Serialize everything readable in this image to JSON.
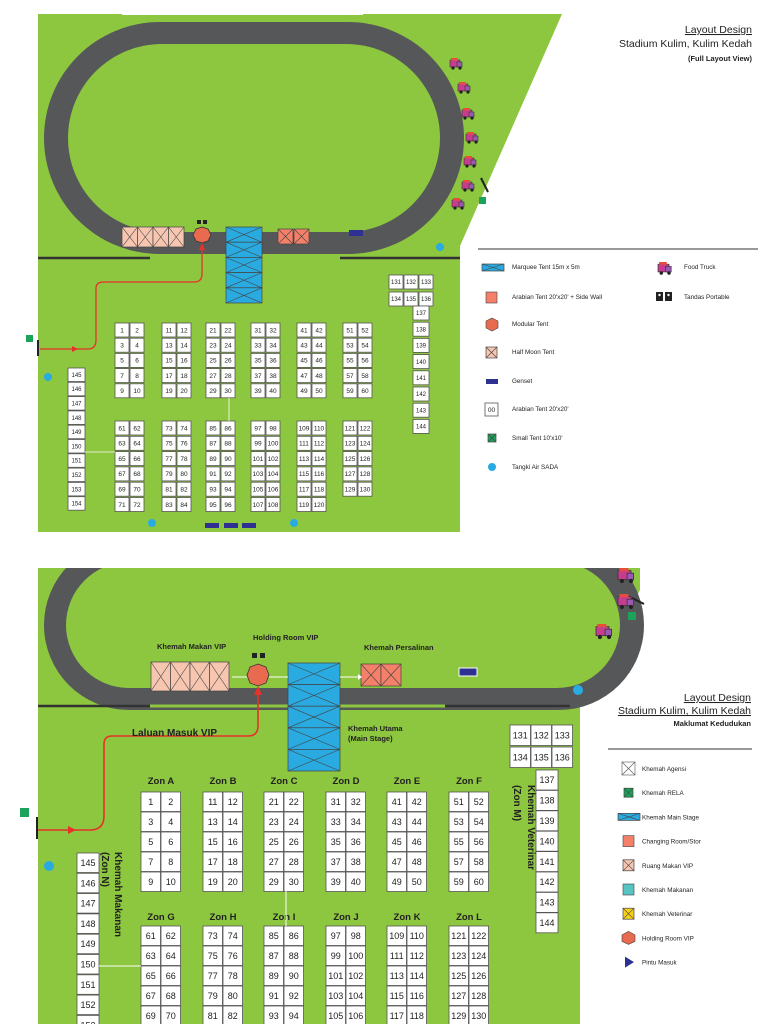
{
  "top": {
    "title1": "Layout Design",
    "title2": "Stadium Kulim, Kulim Kedah",
    "title3": "(Full Layout View)",
    "legend": [
      {
        "label": "Marquee Tent 15m x 5m",
        "icon": "marquee-icon"
      },
      {
        "label": "Food Truck",
        "icon": "food-truck-icon"
      },
      {
        "label": "Arabian Tent 20'x20' + Side Wall",
        "icon": "arabian-sidewall-icon"
      },
      {
        "label": "Tandas Portable",
        "icon": "toilet-icon"
      },
      {
        "label": "Modular Tent",
        "icon": "modular-tent-icon"
      },
      {
        "label": "Half Moon Tent",
        "icon": "half-moon-icon"
      },
      {
        "label": "Genset",
        "icon": "genset-icon"
      },
      {
        "label": "Arabian Tent 20'x20'",
        "icon": "arabian-tent-icon",
        "sample": "00"
      },
      {
        "label": "Small Tent 10'x10'",
        "icon": "small-tent-icon"
      },
      {
        "label": "Tangki Air SADA",
        "icon": "water-tank-icon"
      }
    ]
  },
  "bottom": {
    "title1": "Layout Design",
    "title2": "Stadium Kulim, Kulim Kedah",
    "title3": "Maklumat Kedudukan",
    "labels": {
      "vip_food": "Khemah Makan VIP",
      "holding": "Holding Room VIP",
      "changing": "Khemah Persalinan",
      "main_stage1": "Khemah Utama",
      "main_stage2": "(Main Stage)",
      "vip_route": "Laluan Masuk VIP",
      "food_tent": "Khemah Makanan",
      "food_zone": "(Zon N)",
      "vet_tent": "Khemah Veterinar",
      "vet_zone": "(Zon M)"
    },
    "zones_top": [
      "Zon A",
      "Zon B",
      "Zon C",
      "Zon D",
      "Zon E",
      "Zon F"
    ],
    "zones_bottom": [
      "Zon G",
      "Zon H",
      "Zon I",
      "Zon J",
      "Zon K",
      "Zon L"
    ],
    "legend": [
      {
        "label": "Khemah Agensi",
        "icon": "agency-tent-icon"
      },
      {
        "label": "Khemah RELA",
        "icon": "rela-tent-icon"
      },
      {
        "label": "Khemah Main Stage",
        "icon": "main-stage-icon"
      },
      {
        "label": "Changing Room/Stor",
        "icon": "changing-room-icon"
      },
      {
        "label": "Ruang Makan VIP",
        "icon": "vip-dining-icon"
      },
      {
        "label": "Khemah Makanan",
        "icon": "food-tent-icon"
      },
      {
        "label": "Khemah Veterinar",
        "icon": "vet-tent-icon"
      },
      {
        "label": "Holding Room VIP",
        "icon": "holding-room-icon"
      },
      {
        "label": "Pintu Masuk",
        "icon": "entrance-icon"
      }
    ]
  },
  "blocks_top": [
    [
      "1",
      "2",
      "3",
      "4",
      "5",
      "6",
      "7",
      "8",
      "9",
      "10"
    ],
    [
      "11",
      "12",
      "13",
      "14",
      "15",
      "16",
      "17",
      "18",
      "19",
      "20"
    ],
    [
      "21",
      "22",
      "23",
      "24",
      "25",
      "26",
      "27",
      "28",
      "29",
      "30"
    ],
    [
      "31",
      "32",
      "33",
      "34",
      "35",
      "36",
      "37",
      "38",
      "39",
      "40"
    ],
    [
      "41",
      "42",
      "43",
      "44",
      "45",
      "46",
      "47",
      "48",
      "49",
      "50"
    ],
    [
      "51",
      "52",
      "53",
      "54",
      "55",
      "56",
      "57",
      "58",
      "59",
      "60"
    ]
  ],
  "blocks_bottom": [
    [
      "61",
      "62",
      "63",
      "64",
      "65",
      "66",
      "67",
      "68",
      "69",
      "70",
      "71",
      "72"
    ],
    [
      "73",
      "74",
      "75",
      "76",
      "77",
      "78",
      "79",
      "80",
      "81",
      "82",
      "83",
      "84"
    ],
    [
      "85",
      "86",
      "87",
      "88",
      "89",
      "90",
      "91",
      "92",
      "93",
      "94",
      "95",
      "96"
    ],
    [
      "97",
      "98",
      "99",
      "100",
      "101",
      "102",
      "103",
      "104",
      "105",
      "106",
      "107",
      "108"
    ],
    [
      "109",
      "110",
      "111",
      "112",
      "113",
      "114",
      "115",
      "116",
      "117",
      "118",
      "119",
      "120"
    ],
    [
      "121",
      "122",
      "123",
      "124",
      "125",
      "126",
      "127",
      "128",
      "129",
      "130"
    ]
  ],
  "column_n": [
    "145",
    "146",
    "147",
    "148",
    "149",
    "150",
    "151",
    "152",
    "153",
    "154"
  ],
  "column_m_top": [
    "131",
    "132",
    "133",
    "134",
    "135",
    "136"
  ],
  "column_m": [
    "137",
    "138",
    "139",
    "140",
    "141",
    "142",
    "143",
    "144"
  ],
  "colors": {
    "grass": "#8DC63F",
    "track": "#555759",
    "marquee": "#29ABE2",
    "arabian": "#F4806A",
    "halfmoon": "#F7C6B0",
    "route": "#E8312B",
    "rela": "#1BA35B",
    "genset": "#2E3192",
    "food": "#57C3C2",
    "vet": "#F7D117"
  }
}
